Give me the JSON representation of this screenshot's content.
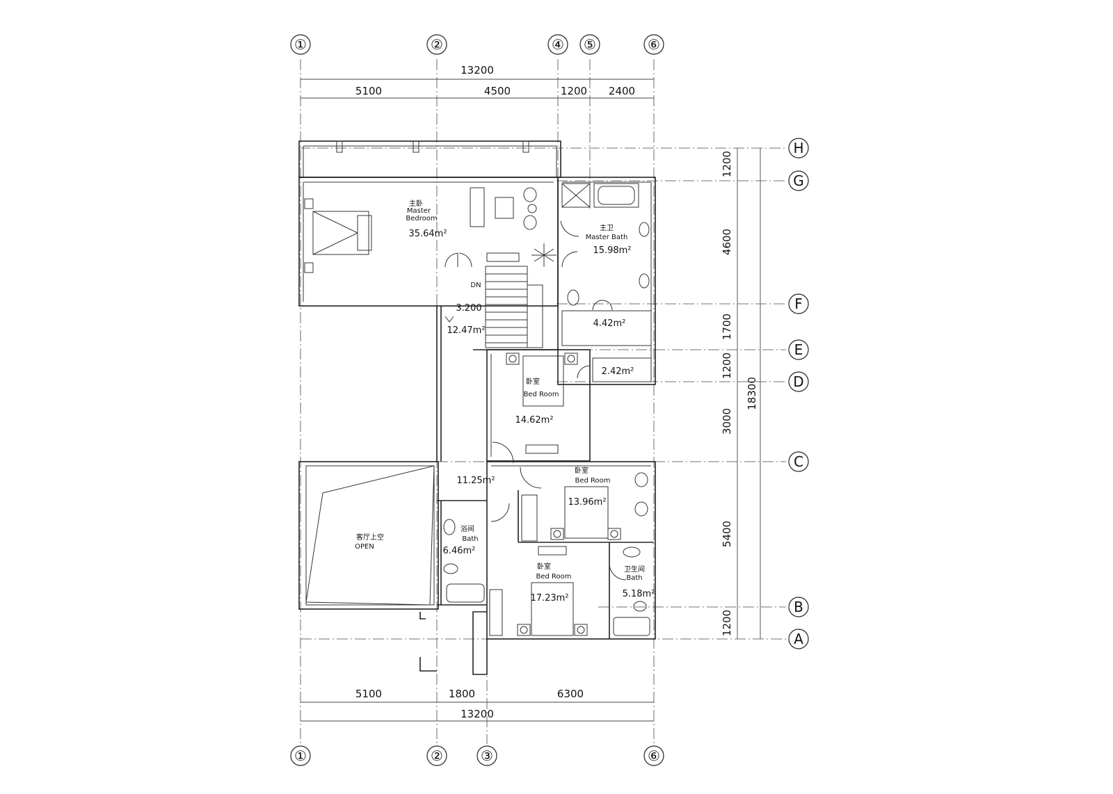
{
  "axes": {
    "columns_top": [
      "①",
      "②",
      "④",
      "⑤",
      "⑥"
    ],
    "columns_bottom": [
      "①",
      "②",
      "③",
      "⑥"
    ],
    "rows": [
      "H",
      "G",
      "F",
      "E",
      "D",
      "C",
      "B",
      "A"
    ]
  },
  "dimensions": {
    "top_total": "13200",
    "top_segments": [
      "5100",
      "4500",
      "1200",
      "2400"
    ],
    "bottom_segments": [
      "5100",
      "1800",
      "6300"
    ],
    "bottom_total": "13200",
    "right_segments": [
      "1200",
      "4600",
      "1700",
      "1200",
      "3000",
      "5400",
      "1200"
    ],
    "right_total": "18300"
  },
  "rooms": {
    "master_bedroom": {
      "cn": "主卧",
      "en1": "Master",
      "en2": "Bedroom",
      "area": "35.64m²"
    },
    "master_bath": {
      "cn": "主卫",
      "en": "Master Bath",
      "area": "15.98m²"
    },
    "stair": {
      "dn": "DN",
      "level": "3.200",
      "area": "12.47m²"
    },
    "closet_1": {
      "area": "4.42m²"
    },
    "closet_2": {
      "area": "2.42m²"
    },
    "bedroom_1": {
      "cn": "卧室",
      "en": "Bed Room",
      "area": "14.62m²"
    },
    "hall": {
      "area": "11.25m²"
    },
    "bedroom_2": {
      "cn": "卧室",
      "en": "Bed Room",
      "area": "13.96m²"
    },
    "bath_1": {
      "cn": "浴间",
      "en": "Bath",
      "area": "6.46m²"
    },
    "open": {
      "cn": "客厅上空",
      "en": "OPEN"
    },
    "bedroom_3": {
      "cn": "卧室",
      "en": "Bed Room",
      "area": "17.23m²"
    },
    "bath_2": {
      "cn": "卫生间",
      "en": "Bath",
      "area": "5.18m²"
    }
  }
}
